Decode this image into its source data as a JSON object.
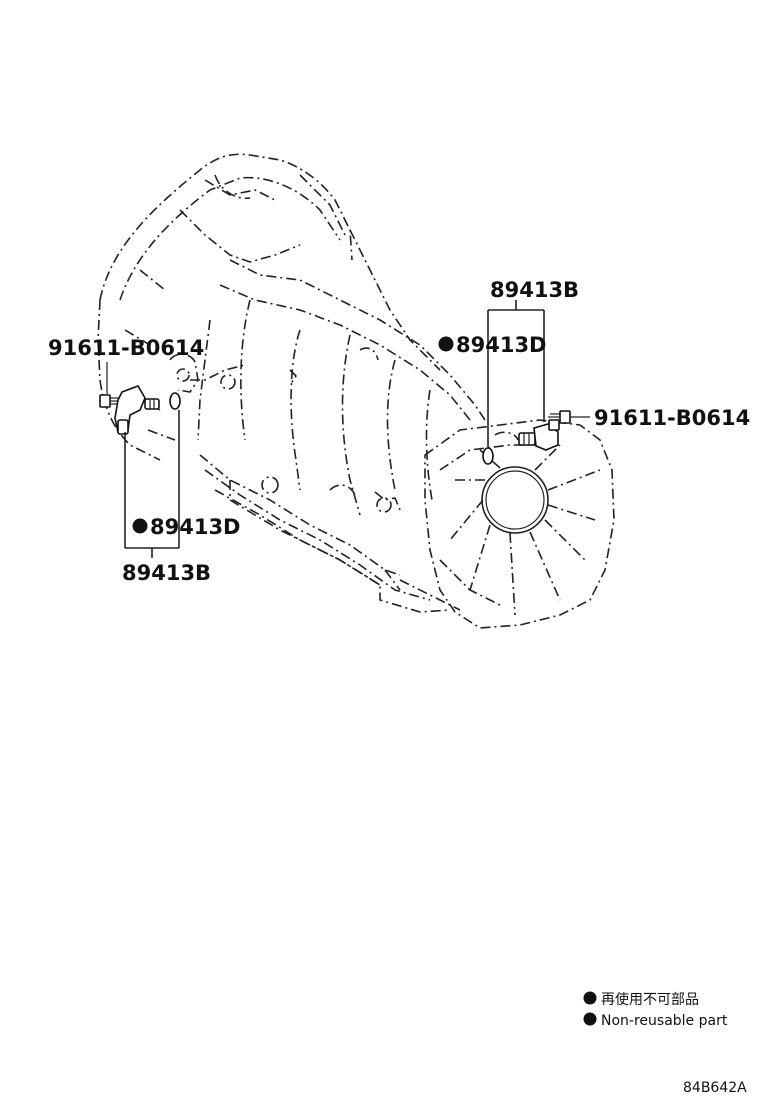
{
  "callouts": {
    "left_bolt": "91611-B0614",
    "left_seal": "89413D",
    "left_sensor": "89413B",
    "right_sensor": "89413B",
    "right_seal": "89413D",
    "right_bolt": "91611-B0614"
  },
  "legend": {
    "line1": "再使用不可部品",
    "line2": "Non-reusable part"
  },
  "drawing_code": "84B642A"
}
